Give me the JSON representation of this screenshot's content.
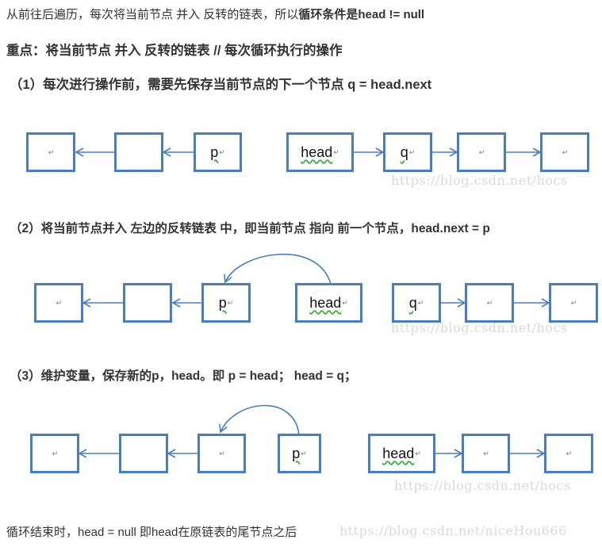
{
  "intro": {
    "prefix": "从前往后遍历，每次将当前节点  并入  反转的链表，所以",
    "bold": "循环条件是head != null"
  },
  "focus": "重点：将当前节点  并入  反转的链表    // 每次循环执行的操作",
  "step1": "（1）每次进行操作前，需要先保存当前节点的下一个节点    q = head.next",
  "step2": "（2）将当前节点并入 左边的反转链表 中，即当前节点 指向 前一个节点，head.next = p",
  "step3": "（3）维护变量，保存新的p，head。即 p = head；   head = q；",
  "ending": "循环结束时，head = null 即head在原链表的尾节点之后",
  "return_mark": "↵",
  "node_labels": {
    "p": "p",
    "head": "head",
    "q": "q"
  },
  "watermark": {
    "url": "https://blog.csdn.net/hocs",
    "url_s2": "https://blog.csdn.net/hocs",
    "url_s3": "https://blog.csdn.net/hocs",
    "url_end": "https://blog.csdn.net/niceHou666"
  },
  "colors": {
    "node_border": "#4a7ebb",
    "arrow": "#4a7ebb",
    "squiggle": "#3caa3c",
    "watermark": "#d9d9d9"
  }
}
